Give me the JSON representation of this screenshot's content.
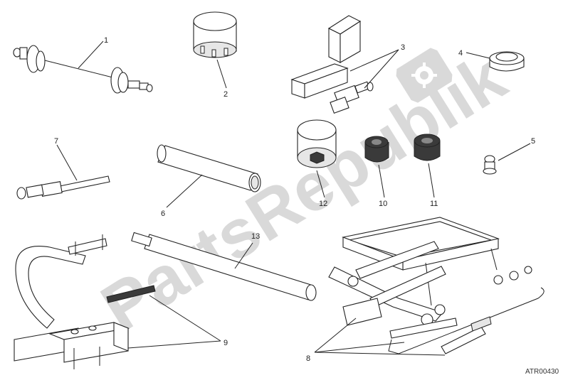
{
  "watermark": "PartsRepublik",
  "reference_code": "ATR00430",
  "callouts": {
    "c1": "1",
    "c2": "2",
    "c3": "3",
    "c4": "4",
    "c5": "5",
    "c6": "6",
    "c7": "7",
    "c8": "8",
    "c9": "9",
    "c10": "10",
    "c11": "11",
    "c12": "12",
    "c13": "13"
  },
  "icons": {
    "watermark_logo": "gear-icon"
  }
}
